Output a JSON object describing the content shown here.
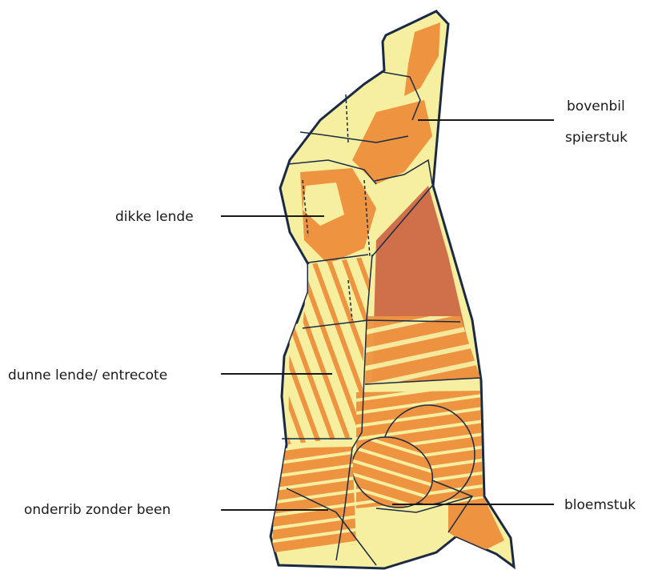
{
  "labels": {
    "bovenbil": "bovenbil",
    "spierstuk": "spierstuk",
    "dikke_lende": "dikke lende",
    "dunne_lende": "dunne lende/ entrecote",
    "onderrib": "onderrib zonder been",
    "bloemstuk": "bloemstuk"
  },
  "colors": {
    "fat": "#f6efa0",
    "meat": "#ee9440",
    "dark_meat": "#d0704a",
    "outline": "#1b2a44",
    "leader": "#1a1a1a"
  }
}
